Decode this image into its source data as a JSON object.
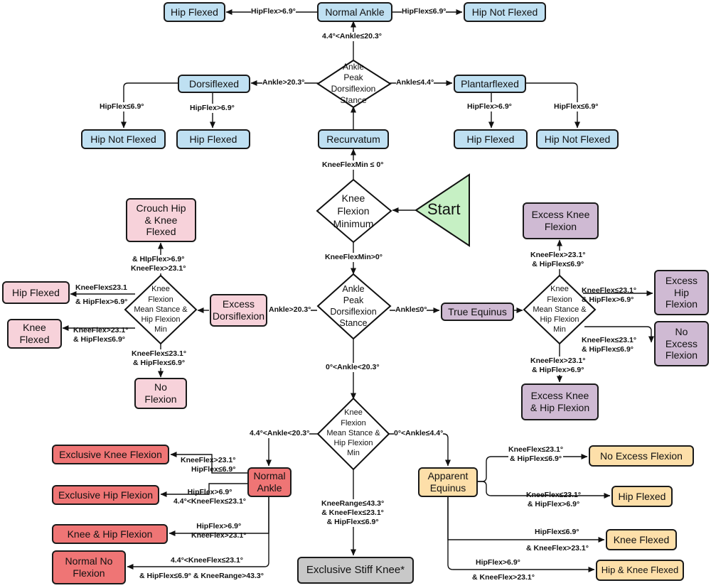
{
  "start": "Start",
  "decisions": {
    "knee_flexion_min": "Knee\nFlexion\nMinimum",
    "ankle_top": "Ankle\nPeak\nDorsiflexion\nStance",
    "ankle_mid": "Ankle\nPeak\nDorsiflexion\nStance",
    "kfh_left": "Knee\nFlexion\nMean Stance &\nHip Flexion\nMin",
    "kfh_right": "Knee\nFlexion\nMean Stance &\nHip Flexion\nMin",
    "kfh_bottom": "Knee\nFlexion\nMean Stance &\nHip Flexion\nMin"
  },
  "boxes": {
    "hip_flexed_top_left": "Hip Flexed",
    "normal_ankle_top": "Normal Ankle",
    "hip_not_flexed_top_right": "Hip Not Flexed",
    "dorsiflexed": "Dorsiflexed",
    "plantarflexed": "Plantarflexed",
    "hip_not_flexed_row2_left": "Hip Not Flexed",
    "hip_flexed_row2_left": "Hip Flexed",
    "recurvatum": "Recurvatum",
    "hip_flexed_row2_right": "Hip Flexed",
    "hip_not_flexed_row2_right": "Hip Not Flexed",
    "crouch": "Crouch Hip\n& Knee\nFlexed",
    "hip_flexed_pink": "Hip Flexed",
    "knee_flexed_pink": "Knee\nFlexed",
    "excess_dorsiflexion": "Excess\nDorsiflexion",
    "no_flexion_pink": "No\nFlexion",
    "true_equinus": "True Equinus",
    "excess_knee_flexion": "Excess Knee\nFlexion",
    "excess_hip_flexion": "Excess\nHip\nFlexion",
    "no_excess_flexion_purple": "No\nExcess\nFlexion",
    "excess_knee_hip_flexion": "Excess Knee\n& Hip Flexion",
    "exclusive_knee_flexion": "Exclusive Knee Flexion",
    "exclusive_hip_flexion": "Exclusive Hip Flexion",
    "knee_hip_flexion_red": "Knee & Hip Flexion",
    "normal_no_flexion": "Normal No\nFlexion",
    "normal_ankle_red": "Normal\nAnkle",
    "exclusive_stiff_knee": "Exclusive Stiff Knee*",
    "apparent_equinus": "Apparent\nEquinus",
    "no_excess_flexion_peach": "No Excess Flexion",
    "hip_flexed_peach": "Hip Flexed",
    "knee_flexed_peach": "Knee Flexed",
    "hip_knee_flexed_peach": "Hip & Knee Flexed"
  },
  "edges": {
    "hipflex_gt_top": "HipFlex>6.9°",
    "hipflex_le_top": "HipFlex≤6.9°",
    "ankle_normal_range": "4.4°<Ankle≤20.3°",
    "ankle_gt_20": "Ankle>20.3°",
    "ankle_le_44": "Ankle≤4.4°",
    "hipflex_le_dorsi": "HipFlex≤6.9°",
    "hipflex_gt_dorsi": "HipFlex>6.9°",
    "hipflex_gt_plantar": "HipFlex>6.9°",
    "hipflex_le_plantar": "HipFlex≤6.9°",
    "kneeflexmin_le_0": "KneeFlexMin ≤ 0°",
    "kneeflexmin_gt_0": "KneeFlexMin>0°",
    "crouch_cond": "& HIpFlex>6.9°\nKneeFlex>23.1°",
    "hip_flexed_pink_cond": "KneeFlex≤23.1\n& HipFlex>6.9°",
    "knee_flexed_pink_cond": "KneeFlex>23.1°\n& HipFlex≤6.9°",
    "no_flexion_pink_cond": "KneeFlex≤23.1°\n& HipFlex≤6.9°",
    "ankle_gt_20_mid": "Ankle>20.3°",
    "ankle_le_0": "Ankle≤0°",
    "excess_knee_cond": "KneeFlex>23.1°\n& HipFlex≤6.9°",
    "excess_hip_cond": "KneeFlex≤23.1°\n& HipFlex>6.9°",
    "no_excess_purple_cond": "KneeFlex≤23.1°\n& HipFlex≤6.9°",
    "excess_knee_hip_cond": "KneeFlex>23.1°\n& HipFlex>6.9°",
    "ankle_0_20": "0°<Ankle<20.3°",
    "ankle_44_20_bottom": "4.4°<Ankle<20.3°",
    "ankle_0_44": "0°<Ankle≤4.4°",
    "excl_knee_cond": "KneeFlex>23.1°\nHipFlex≤6.9°",
    "excl_hip_cond": "HipFlex>6.9°\n4.4°<KneeFlex≤23.1°",
    "knee_hip_red_cond": "HipFlex>6.9°\nKneeFlex>23.1°",
    "normal_no_flex_cond_1": "4.4°<KneeFlex≤23.1°",
    "normal_no_flex_cond_2": "& HipFlex≤6.9° & KneeRange>43.3°",
    "stiff_knee_cond": "KneeRange≤43.3°\n& KneeFlex≤23.1°\n& HipFlex≤6.9°",
    "no_excess_peach_cond": "KneeFlex≤23.1°\n& HipFlex≤6.9°",
    "hip_flexed_peach_cond": "KneeFlex≤23.1°\n& HipFlex>6.9°",
    "knee_flexed_peach_cond_1": "HipFlex≤6.9°",
    "knee_flexed_peach_cond_2": "& KneeFlex>23.1°",
    "hip_knee_peach_cond_1": "HipFlex>6.9°",
    "hip_knee_peach_cond_2": "& KneeFlex>23.1°"
  },
  "colors": {
    "blue": "#bfe0f2",
    "pink": "#f7d2da",
    "purple": "#cfbad3",
    "red": "#ef7575",
    "peach": "#fddfa9",
    "gray": "#c8c8c8",
    "start_green": "#c6f0c4"
  }
}
